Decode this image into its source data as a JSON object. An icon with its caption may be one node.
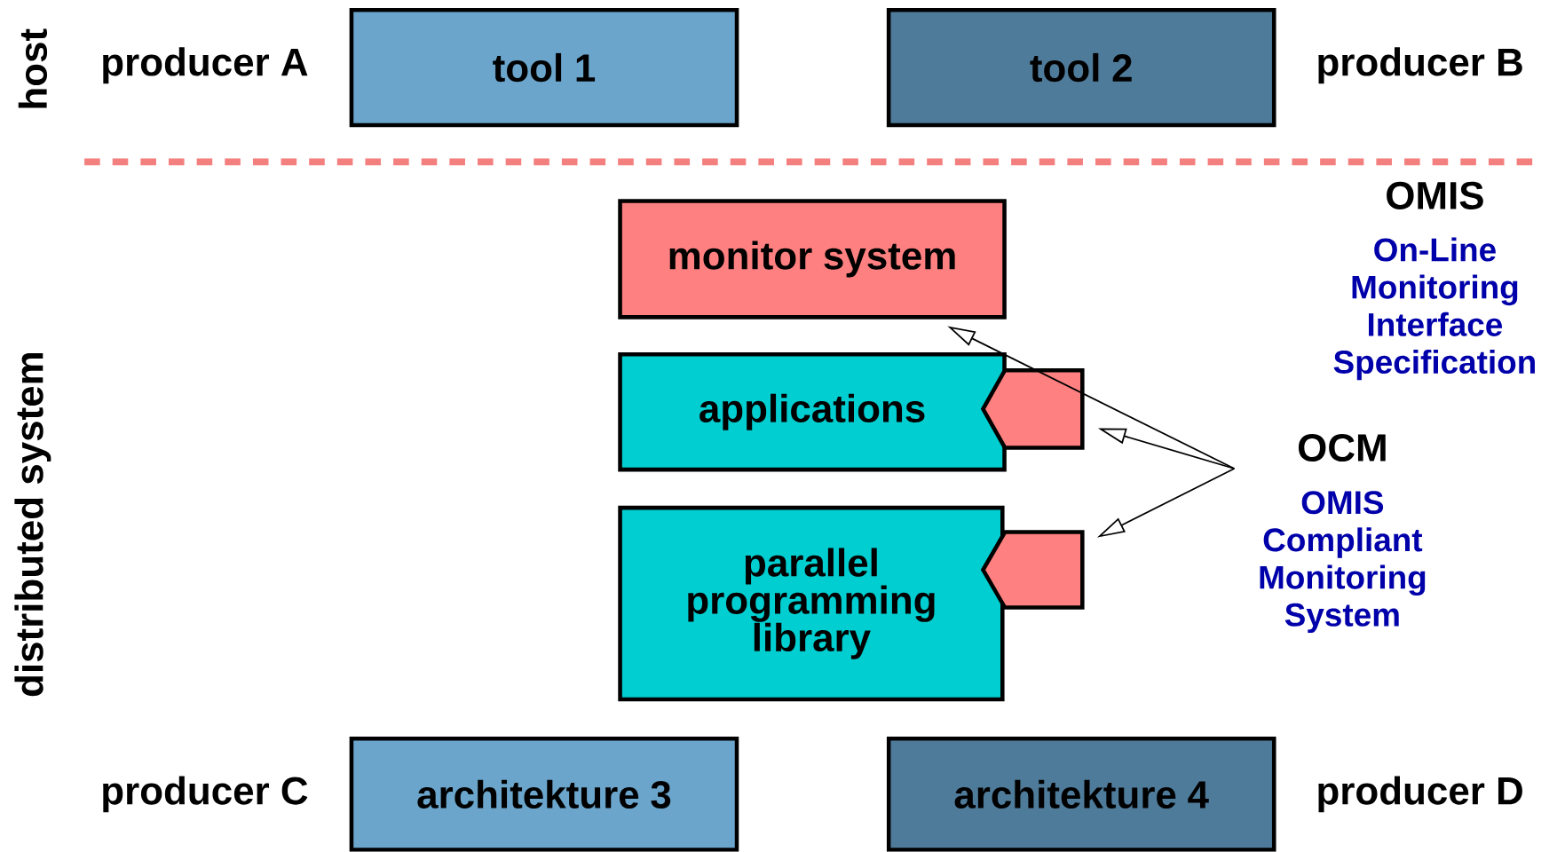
{
  "diagram": {
    "nodes": [
      {
        "text": [
          "tool 1"
        ]
      },
      {
        "text": [
          "tool 2"
        ]
      },
      {
        "text": [
          "monitor system"
        ]
      },
      {
        "text": [
          "applications"
        ]
      },
      {
        "text": [],
        "shape": "pentagon"
      },
      {
        "text": [
          "parallel programming library"
        ]
      },
      {
        "text": [],
        "shape": "pentagon"
      },
      {
        "text": [
          "architekture 3"
        ]
      },
      {
        "text": [
          "architekture 4"
        ]
      }
    ],
    "edges": [
      {
        "from": null,
        "to": 2,
        "arrow": "to"
      },
      {
        "from": null,
        "to": 4,
        "arrow": "to"
      },
      {
        "from": null,
        "to": 6,
        "arrow": "to"
      }
    ],
    "labels": [
      "host",
      "producer A",
      "producer B",
      "OMIS",
      "On-Line Monitoring Interface Specification",
      "distributed system",
      "OCM",
      "OMIS Compliant Monitoring System",
      "producer C",
      "producer D"
    ]
  }
}
